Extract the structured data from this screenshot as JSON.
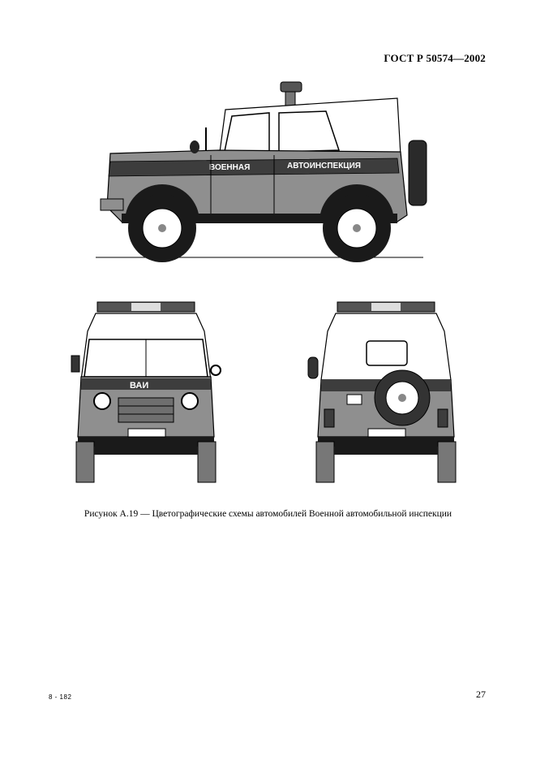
{
  "header": {
    "standard": "ГОСТ Р 50574—2002"
  },
  "figure": {
    "side_text_left": "ВОЕННАЯ",
    "side_text_right": "АВТОИНСПЕКЦИЯ",
    "front_hood_text": "ВАИ",
    "caption": "Рисунок А.19 — Цветографические схемы автомобилей Военной автомобильной инспекции",
    "colors": {
      "body": "#8f8f8f",
      "roof": "#ffffff",
      "band": "#3d3d3d",
      "dark": "#1a1a1a"
    }
  },
  "footer": {
    "sheet_code": "8 - 182",
    "page_number": "27"
  }
}
